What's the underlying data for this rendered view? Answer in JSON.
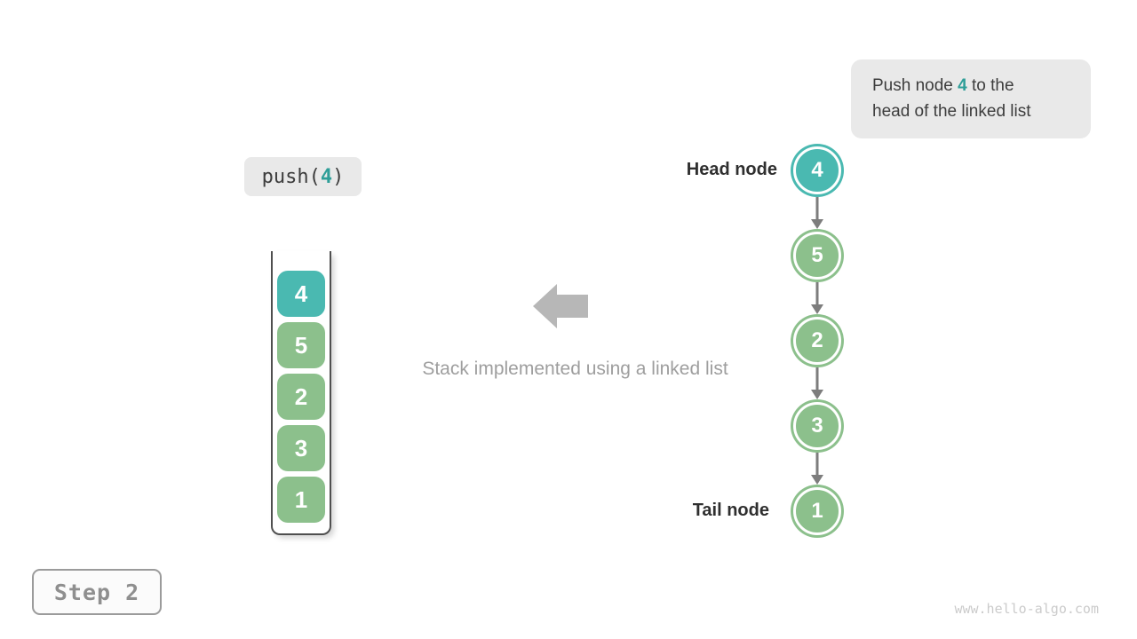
{
  "colors": {
    "teal": "#4ab9b1",
    "teal_text": "#2e9e98",
    "green": "#8cc08c",
    "box_bg": "#e9e9e9",
    "dark_text": "#3d3d3d",
    "muted_text": "#9e9e9e",
    "connector_gray": "#7d7d7d",
    "big_arrow": "#b7b7b7",
    "container_border": "#4f4f4f",
    "step_border": "#9b9b9b",
    "step_text": "#8f8f8f",
    "watermark": "#cbcbcb"
  },
  "instruction": {
    "line1_prefix": "Push node ",
    "value": "4",
    "line1_suffix": " to the",
    "line2": "head of the linked list"
  },
  "operation": {
    "prefix": "push(",
    "value": "4",
    "suffix": ")"
  },
  "stack": {
    "items": [
      {
        "value": "4",
        "highlight": true
      },
      {
        "value": "5",
        "highlight": false
      },
      {
        "value": "2",
        "highlight": false
      },
      {
        "value": "3",
        "highlight": false
      },
      {
        "value": "1",
        "highlight": false
      }
    ]
  },
  "caption": "Stack implemented using a linked list",
  "linked_list": {
    "head_label": "Head node",
    "tail_label": "Tail node",
    "nodes": [
      {
        "value": "4",
        "highlight": true
      },
      {
        "value": "5",
        "highlight": false
      },
      {
        "value": "2",
        "highlight": false
      },
      {
        "value": "3",
        "highlight": false
      },
      {
        "value": "1",
        "highlight": false
      }
    ]
  },
  "step": {
    "label": "Step 2"
  },
  "watermark": "www.hello-algo.com"
}
